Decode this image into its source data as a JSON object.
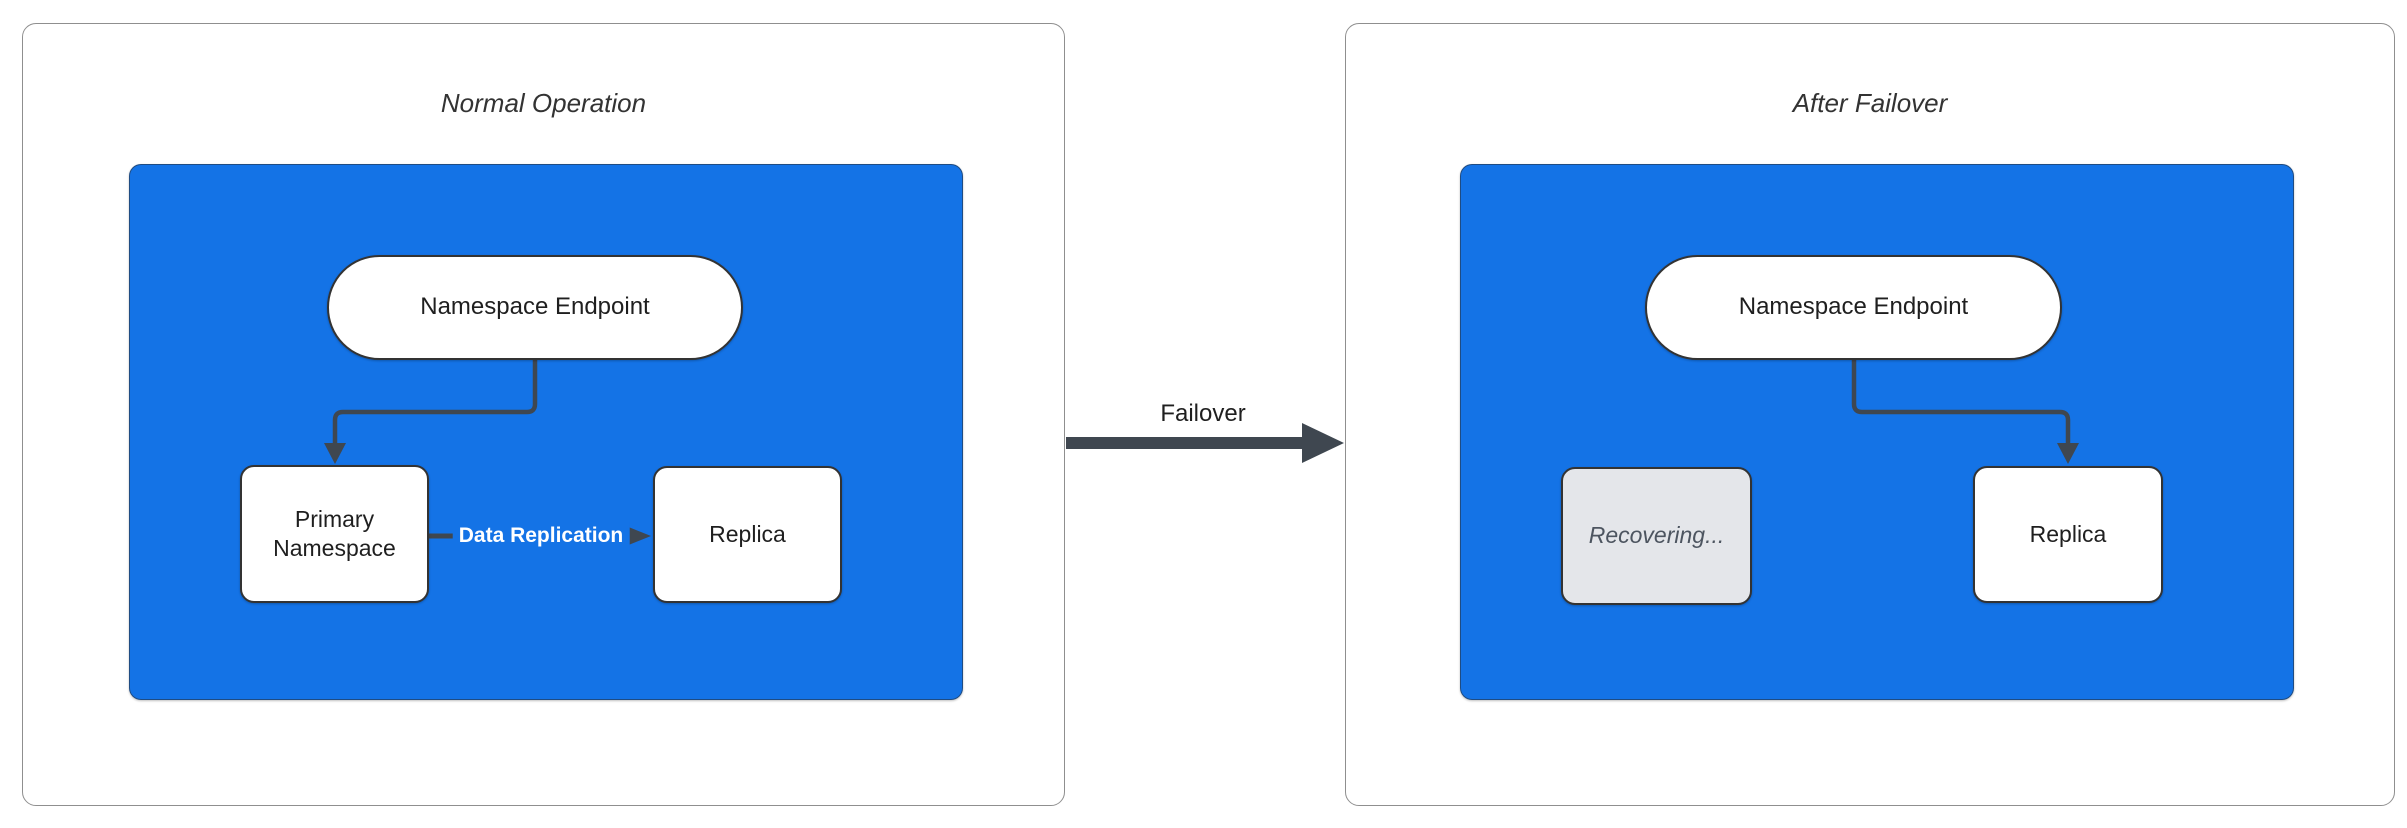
{
  "left_panel": {
    "title": "Normal Operation",
    "endpoint_label": "Namespace Endpoint",
    "primary_label": "Primary Namespace",
    "replica_label": "Replica",
    "replication_edge_label": "Data Replication"
  },
  "transition": {
    "label": "Failover"
  },
  "right_panel": {
    "title": "After Failover",
    "endpoint_label": "Namespace Endpoint",
    "recovering_label": "Recovering...",
    "replica_label": "Replica"
  },
  "colors": {
    "container_blue": "#1473e6",
    "edge_dark": "#3f4750",
    "node_border": "#333333",
    "panel_border": "#8f8f8f",
    "recovering_fill": "#e4e6ea",
    "recovering_text": "#4d5560",
    "title_text": "#333333",
    "node_text": "#1f1f1f",
    "edge_label_text": "#ffffff"
  }
}
